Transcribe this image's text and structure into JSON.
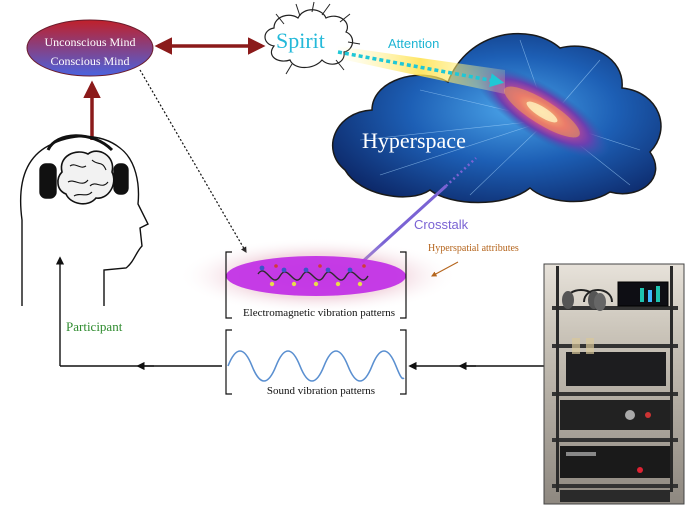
{
  "diagram": {
    "mind": {
      "unconscious": "Unconscious Mind",
      "conscious": "Conscious Mind"
    },
    "spirit": "Spirit",
    "attention": "Attention",
    "hyperspace": "Hyperspace",
    "crosstalk": "Crosstalk",
    "hyperspatial_attributes": "Hyperspatial attributes",
    "em_patterns": "Electromagnetic vibration patterns",
    "sound_patterns": "Sound vibration patterns",
    "participant": "Participant"
  },
  "colors": {
    "mind_top": "#b5212e",
    "mind_bottom": "#4f5fd6",
    "dark_red_arrow": "#8b1a1a",
    "spirit_text": "#24b9d9",
    "attention_line": "#1fc7d6",
    "crosstalk_line": "#7a63d4",
    "hyperspace_blue": "#123a8a",
    "em_ellipse": "#c233e6",
    "sound_wave": "#5a8fd0",
    "participant_text": "#2e8b2e",
    "hyperspatial_text": "#b5651d"
  },
  "icons": [
    "head-with-headphones-icon",
    "spirit-cloud-icon",
    "audio-equipment-rack-icon"
  ]
}
